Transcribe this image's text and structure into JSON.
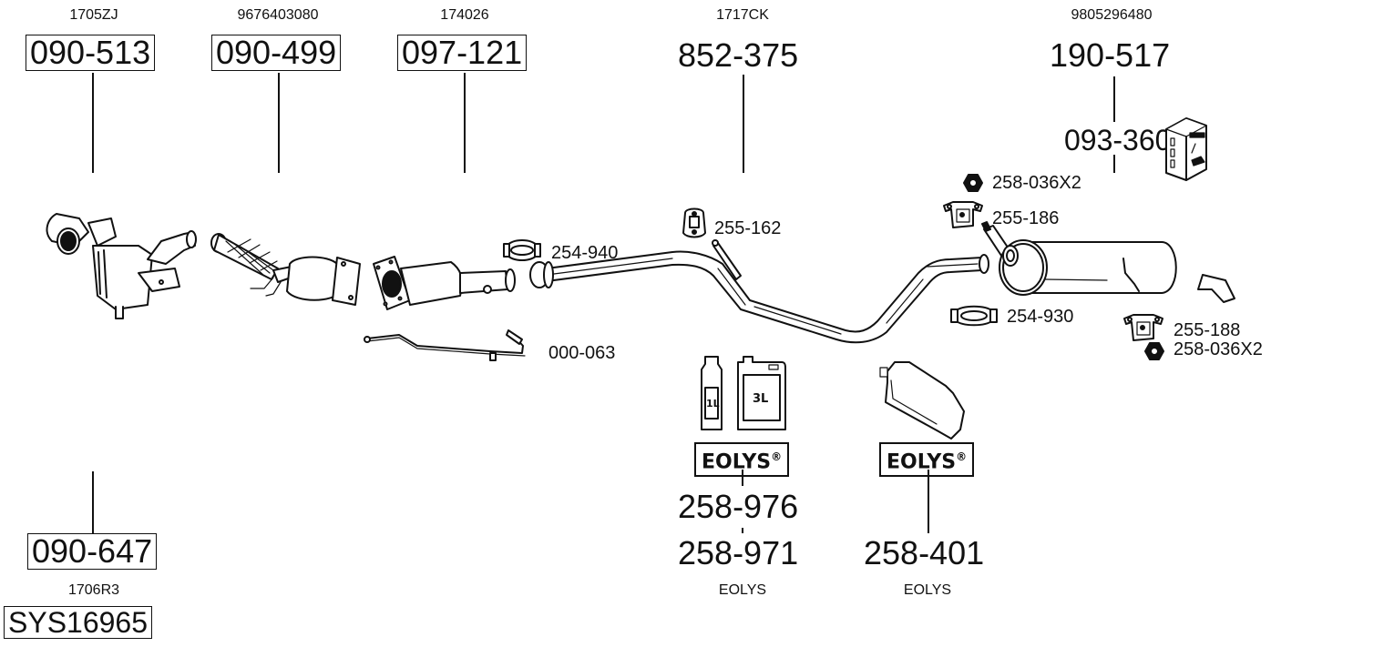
{
  "diagram": {
    "type": "exhaust-system-parts-diagram",
    "system_code": "SYS16965",
    "main_parts": [
      {
        "oem_ref": "1705ZJ",
        "part_number": "090-513",
        "boxed": true
      },
      {
        "oem_ref": "9676403080",
        "part_number": "090-499",
        "boxed": true
      },
      {
        "oem_ref": "174026",
        "part_number": "097-121",
        "boxed": true
      },
      {
        "oem_ref": "1717CK",
        "part_number": "852-375",
        "boxed": false
      },
      {
        "oem_ref": "9805296480",
        "part_number": "190-517",
        "boxed": false
      }
    ],
    "mounting_kit": {
      "part_number": "093-360"
    },
    "lower_left": {
      "part_number": "090-647",
      "oem_ref": "1706R3"
    },
    "small_parts": [
      {
        "part_number": "254-940",
        "icon": "clamp-icon"
      },
      {
        "part_number": "255-162",
        "icon": "rubber-hanger-icon"
      },
      {
        "part_number": "000-063",
        "icon": "pressure-pipe-icon"
      },
      {
        "part_number": "258-036X2",
        "icon": "nut-icon"
      },
      {
        "part_number": "255-186",
        "icon": "bracket-hanger-icon"
      },
      {
        "part_number": "254-930",
        "icon": "clamp-icon"
      },
      {
        "part_number": "255-188",
        "icon": "bracket-hanger-icon"
      },
      {
        "part_number": "258-036X2",
        "icon": "nut-icon"
      }
    ],
    "eolys_groups": [
      {
        "brand_label": "EOLYS",
        "registered": "®",
        "part_numbers": [
          "258-976",
          "258-971"
        ],
        "caption": "EOLYS",
        "containers": [
          "1L",
          "3L"
        ]
      },
      {
        "brand_label": "EOLYS",
        "registered": "®",
        "part_numbers": [
          "258-401"
        ],
        "caption": "EOLYS",
        "containers": []
      }
    ]
  }
}
